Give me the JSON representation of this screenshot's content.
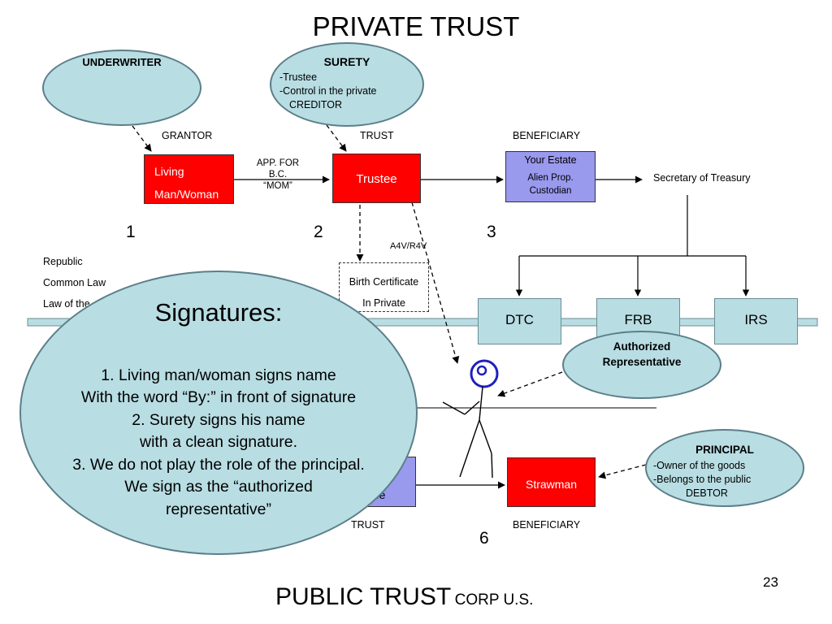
{
  "slide": {
    "title": "PRIVATE TRUST",
    "bottom_title_main": "PUBLIC TRUST",
    "bottom_title_small": "CORP U.S.",
    "page_number": "23"
  },
  "top_row": {
    "grantor_label": "GRANTOR",
    "trust_label": "TRUST",
    "beneficiary_label": "BENEFICIARY",
    "living_line1": "Living",
    "living_line2": "Man/Woman",
    "app_line1": "APP. FOR",
    "app_line2": "B.C.",
    "app_line3": "“MOM”",
    "trustee": "Trustee",
    "estate_line1": "Your Estate",
    "estate_line2": "Alien Prop.",
    "estate_line3": "Custodian",
    "secretary": "Secretary of Treasury",
    "num1": "1",
    "num2": "2",
    "num3": "3",
    "a4v": "A4V/R4V",
    "birth_line1": "Birth Certificate",
    "birth_line2": "In Private"
  },
  "left_side": {
    "republic": "Republic",
    "common_law": "Common Law",
    "law_of_the": "Law of the"
  },
  "agencies": {
    "dtc": "DTC",
    "frb": "FRB",
    "irs": "IRS"
  },
  "ovals": {
    "underwriter": "UNDERWRITER",
    "surety_title": "SURETY",
    "surety_line1": "-Trustee",
    "surety_line2": "-Control in the private",
    "surety_line3": "CREDITOR",
    "authorized_line1": "Authorized",
    "authorized_line2": "Representative",
    "principal_title": "PRINCIPAL",
    "principal_line1": "-Owner of the goods",
    "principal_line2": "-Belongs to the public",
    "principal_line3": "DEBTOR"
  },
  "bottom_row": {
    "trustee_partial": "tee",
    "strawman": "Strawman",
    "trust_label": "TRUST",
    "beneficiary_label": "BENEFICIARY",
    "num6": "6"
  },
  "signatures": {
    "title": "Signatures:",
    "line1": "1.   Living man/woman signs name",
    "line2": "With the word “By:” in front of signature",
    "line3": "2.   Surety signs his name",
    "line4": "with a clean signature.",
    "line5": "3.   We do not play the role of the principal.",
    "line6": "We sign as the “authorized",
    "line7": "representative”"
  },
  "colors": {
    "red_box": "#ff0000",
    "violet_box": "#9999ee",
    "teal_fill": "#b8dde3",
    "figure_blue": "#1f1fbf"
  }
}
